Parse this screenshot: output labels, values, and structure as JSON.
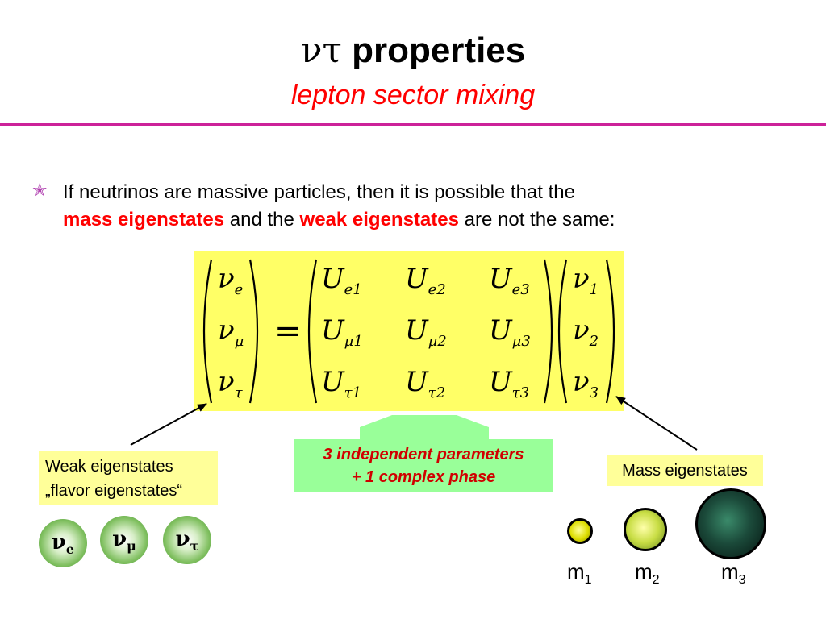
{
  "title": {
    "greek": "ντ",
    "text": "properties"
  },
  "subtitle": "lepton sector mixing",
  "bullet": {
    "line1": "If neutrinos are massive particles, then it is possible that the",
    "highlight1": "mass eigenstates",
    "mid": " and the ",
    "highlight2": "weak eigenstates",
    "end": " are not the same:"
  },
  "matrix": {
    "left": [
      {
        "base": "ν",
        "sub": "e"
      },
      {
        "base": "ν",
        "sub": "μ"
      },
      {
        "base": "ν",
        "sub": "τ"
      }
    ],
    "eq": "=",
    "rows": [
      [
        {
          "base": "U",
          "sub": "e1"
        },
        {
          "base": "U",
          "sub": "e2"
        },
        {
          "base": "U",
          "sub": "e3"
        }
      ],
      [
        {
          "base": "U",
          "sub": "μ1"
        },
        {
          "base": "U",
          "sub": "μ2"
        },
        {
          "base": "U",
          "sub": "μ3"
        }
      ],
      [
        {
          "base": "U",
          "sub": "τ1"
        },
        {
          "base": "U",
          "sub": "τ2"
        },
        {
          "base": "U",
          "sub": "τ3"
        }
      ]
    ],
    "right": [
      {
        "base": "ν",
        "sub": "1"
      },
      {
        "base": "ν",
        "sub": "2"
      },
      {
        "base": "ν",
        "sub": "3"
      }
    ]
  },
  "params": {
    "line1": "3 independent parameters",
    "line2": "+ 1 complex phase"
  },
  "weak_box": {
    "line1": "Weak eigenstates",
    "line2": "„flavor eigenstates“"
  },
  "mass_box": "Mass eigenstates",
  "flavor_balls": [
    {
      "base": "ν",
      "sub": "e"
    },
    {
      "base": "ν",
      "sub": "μ"
    },
    {
      "base": "ν",
      "sub": "τ"
    }
  ],
  "mass_labels": [
    {
      "base": "m",
      "sub": "1"
    },
    {
      "base": "m",
      "sub": "2"
    },
    {
      "base": "m",
      "sub": "3"
    }
  ],
  "colors": {
    "accent_rule": "#cc2299",
    "highlight_red": "#ff0000",
    "matrix_bg": "#ffff66",
    "label_bg": "#ffff99",
    "params_bg": "#99ff99"
  }
}
